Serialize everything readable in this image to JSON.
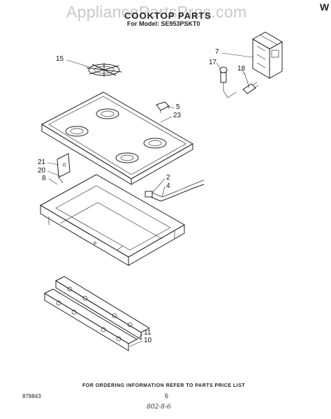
{
  "header": {
    "watermark": "AppliancePartsPros.com",
    "title": "COOKTOP PARTS",
    "model_prefix": "For Model:",
    "model": "SE953PSKT0",
    "corner_mark": "W"
  },
  "callouts": {
    "c15": "15",
    "c7": "7",
    "c17": "17",
    "c18": "18",
    "c5": "5",
    "c23": "23",
    "c21": "21",
    "c20": "20",
    "c8": "8",
    "c2": "2",
    "c4": "4",
    "c11": "11",
    "c10": "10"
  },
  "footer": {
    "ordering_note": "FOR ORDERING INFORMATION REFER TO PARTS PRICE LIST",
    "page_number": "6",
    "reference_number": "878843",
    "handwritten_note": "802-8-6"
  }
}
